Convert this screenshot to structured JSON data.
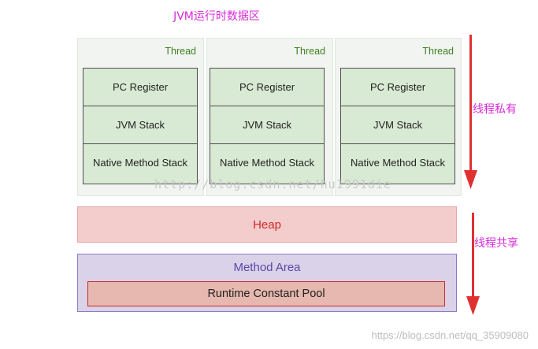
{
  "title": "JVM运行时数据区",
  "threads": [
    {
      "label": "Thread",
      "cells": [
        "PC Register",
        "JVM Stack",
        "Native Method Stack"
      ]
    },
    {
      "label": "Thread",
      "cells": [
        "PC Register",
        "JVM Stack",
        "Native Method Stack"
      ]
    },
    {
      "label": "Thread",
      "cells": [
        "PC Register",
        "JVM Stack",
        "Native Method Stack"
      ]
    }
  ],
  "heap": "Heap",
  "method_area": {
    "label": "Method Area",
    "pool": "Runtime Constant Pool"
  },
  "side_labels": {
    "private": "线程私有",
    "shared": "线程共享"
  },
  "watermarks": {
    "center": "http://blog.csdn.net/hu1991die",
    "footer": "https://blog.csdn.net/qq_35909080"
  },
  "colors": {
    "accent_magenta": "#d92ad9",
    "arrow_red": "#e03030",
    "heap_fill": "#f3cccc",
    "method_fill": "#d9d2e9",
    "thread_cell_fill": "#d8ead3"
  }
}
